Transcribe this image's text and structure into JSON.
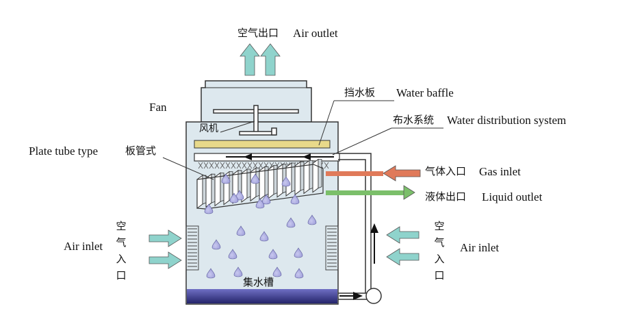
{
  "colors": {
    "tower_fill": "#dde8ee",
    "outline": "#333333",
    "arrow_teal": "#8fd3cc",
    "water_drop": "#9a9ad8",
    "basin_top": "#6f6fc4",
    "basin_bottom": "#24246a",
    "baffle": "#e8d98a",
    "gas_inlet_arrow": "#e07a5a",
    "liquid_outlet_arrow": "#7bbf6a"
  },
  "labels": {
    "air_outlet_cn": "空气出口",
    "air_outlet_en": "Air outlet",
    "water_baffle_cn": "挡水板",
    "water_baffle_en": "Water baffle",
    "fan_en": "Fan",
    "fan_cn": "风机",
    "water_distribution_cn": "布水系统",
    "water_distribution_en": "Water distribution system",
    "plate_tube_en": "Plate tube type",
    "plate_tube_cn": "板管式",
    "gas_inlet_cn": "气体入口",
    "gas_inlet_en": "Gas inlet",
    "liquid_outlet_cn": "液体出口",
    "liquid_outlet_en": "Liquid outlet",
    "air_inlet_left_en": "Air inlet",
    "air_inlet_left_cn": "空气入口",
    "air_inlet_right_en": "Air inlet",
    "air_inlet_right_cn": "空气入口",
    "basin_cn": "集水槽"
  }
}
